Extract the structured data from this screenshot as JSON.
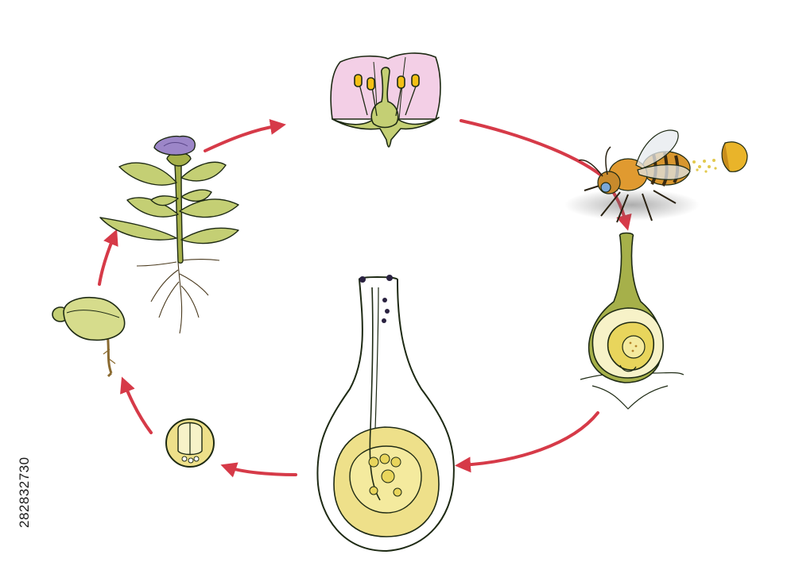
{
  "stock_id": "282832730",
  "colors": {
    "arrow": "#d63a48",
    "petal": "#f3cfe6",
    "plant_green": "#c4cf74",
    "stem_green": "#a6b04a",
    "seed_yellow": "#f0e89a",
    "ovule_yellow": "#e8d55c",
    "outline": "#1e2a14",
    "anther_orange": "#f3c015",
    "blossom_purple": "#9c86c8"
  },
  "stages": [
    {
      "id": "flower-cross-section"
    },
    {
      "id": "pollinating-bee"
    },
    {
      "id": "pollen-on-stigma"
    },
    {
      "id": "fertilization-in-ovary"
    },
    {
      "id": "seed"
    },
    {
      "id": "germinating-seed"
    },
    {
      "id": "flowering-plant"
    }
  ]
}
